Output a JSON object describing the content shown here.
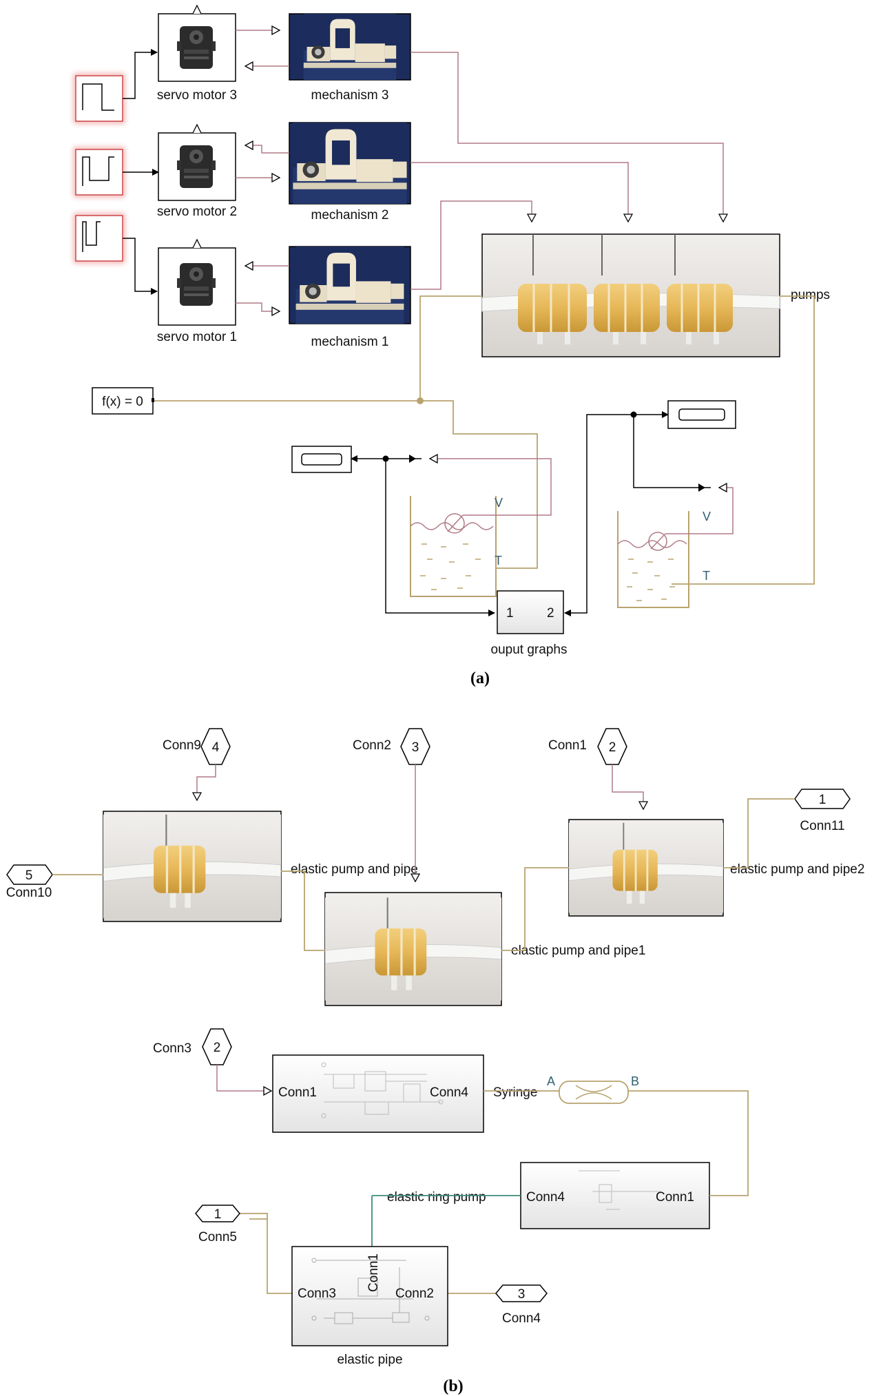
{
  "part_a": {
    "servo_motors": [
      "servo motor 3",
      "servo motor 2",
      "servo motor 1"
    ],
    "mechanisms": [
      "mechanism 3",
      "mechanism 2",
      "mechanism 1"
    ],
    "pumps_label": "pumps",
    "fx_label": "f(x) = 0",
    "beaker_v": "V",
    "beaker_t": "T",
    "scope_port1": "1",
    "scope_port2": "2",
    "output_label": "ouput graphs",
    "caption": "(a)"
  },
  "part_b": {
    "top": {
      "conn9": {
        "name": "Conn9",
        "num": "4"
      },
      "conn2": {
        "name": "Conn2",
        "num": "3"
      },
      "conn1": {
        "name": "Conn1",
        "num": "2"
      },
      "conn10": {
        "name": "Conn10",
        "num": "5"
      },
      "conn11": {
        "name": "Conn11",
        "num": "1"
      },
      "pump1_label": "elastic pump and pipe",
      "pump2_label": "elastic pump and pipe1",
      "pump3_label": "elastic pump and pipe2"
    },
    "bottom": {
      "conn3": {
        "name": "Conn3",
        "num": "2"
      },
      "conn5": {
        "name": "Conn5",
        "num": "1"
      },
      "conn4": {
        "name": "Conn4",
        "num": "3"
      },
      "syringe_in": "Conn1",
      "syringe_out": "Conn4",
      "syringe_label": "Syringe",
      "orifice_a": "A",
      "orifice_b": "B",
      "ring_in": "Conn4",
      "ring_out": "Conn1",
      "ring_label": "elastic ring pump",
      "pipe_top": "Conn1",
      "pipe_left": "Conn3",
      "pipe_right": "Conn2",
      "pipe_label": "elastic pipe"
    },
    "caption": "(b)"
  },
  "colors": {
    "signal": "#000000",
    "mech_line": "#b07a85",
    "physical_line": "#b8a36e",
    "fluid_line": "#3c8c78",
    "pulse_glow": "#e23b3b"
  }
}
